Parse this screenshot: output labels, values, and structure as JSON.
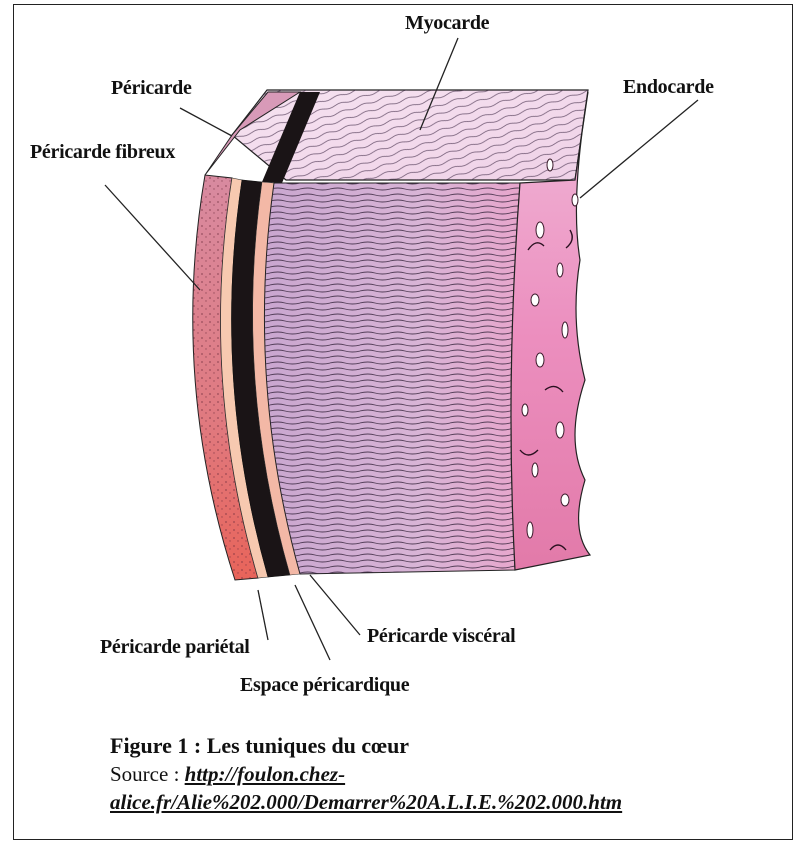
{
  "labels": {
    "myocarde": "Myocarde",
    "pericarde": "Péricarde",
    "endocarde": "Endocarde",
    "pericarde_fibreux": "Péricarde fibreux",
    "pericarde_parietal": "Péricarde pariétal",
    "pericarde_visceral": "Péricarde viscéral",
    "espace_pericardique": "Espace péricardique"
  },
  "caption": {
    "title": "Figure 1 : Les tuniques du cœur",
    "source_prefix": "Source : ",
    "link_part1": "http://foulon.chez-",
    "link_part2": "alice.fr/Alie%202.000/Demarrer%20A.L.I.E.%202.000.htm"
  }
}
